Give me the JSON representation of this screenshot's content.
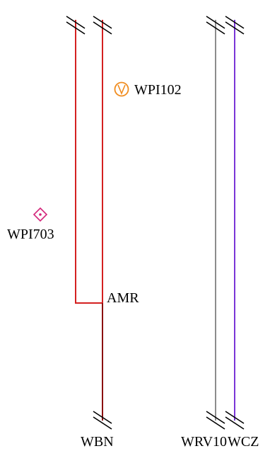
{
  "colors": {
    "route_red": "#d42020",
    "route_dark_red": "#8b0f0f",
    "route_gray": "#8c8c8c",
    "route_purple": "#7a35d6",
    "vor_orange": "#f08c1e",
    "fix_magenta": "#d4257a",
    "text": "#000000"
  },
  "icons": {
    "wpi102": "vor-icon",
    "wpi703": "diamond-fix-icon",
    "route_break": "route-break-icon"
  },
  "routes": [
    {
      "id": "route-left-red",
      "color_key": "route_red"
    },
    {
      "id": "route-right-red",
      "color_key": "route_red"
    },
    {
      "id": "route-wbn",
      "color_key": "route_dark_red"
    },
    {
      "id": "route-wrv10",
      "color_key": "route_gray"
    },
    {
      "id": "route-wcz",
      "color_key": "route_purple"
    }
  ],
  "labels": {
    "wpi102": "WPI102",
    "wpi703": "WPI703",
    "amr": "AMR",
    "wbn": "WBN",
    "wrv10": "WRV10",
    "wcz": "WCZ"
  }
}
